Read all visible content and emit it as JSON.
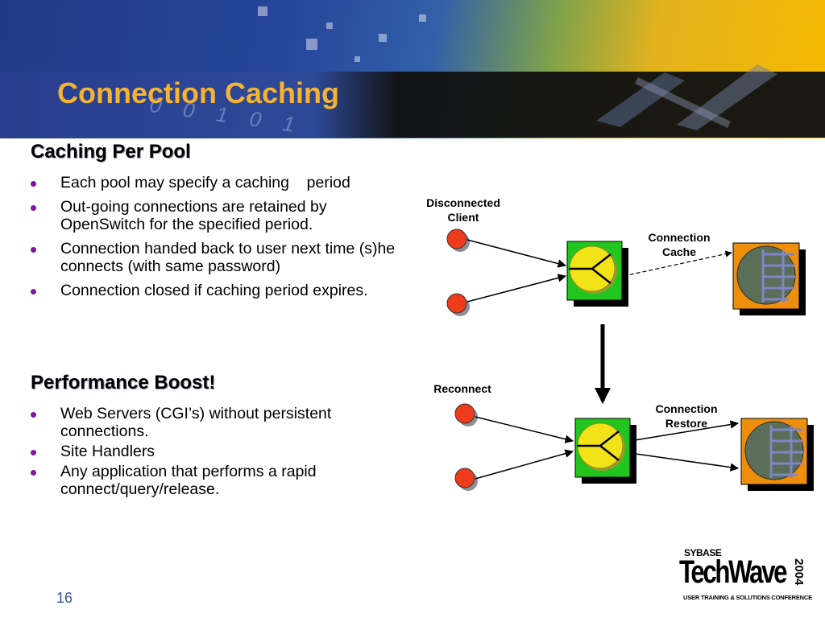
{
  "header": {
    "title": "Connection Caching",
    "background_digits": "0 0 1 0 1",
    "colors": {
      "title": "#f6b332",
      "band": "#111111",
      "blue": "#26469a",
      "gold": "#f6b900"
    }
  },
  "sections": [
    {
      "heading": "Caching Per Pool",
      "bullets": [
        "Each pool may specify a caching    period",
        "Out-going connections are retained by OpenSwitch for the specified period.",
        "Connection handed back to user next time (s)he connects (with same password)",
        "Connection closed if caching period expires."
      ]
    },
    {
      "heading": "Performance Boost!",
      "bullets": [
        "Web Servers (CGI’s) without persistent connections.",
        "Site Handlers",
        "Any application that performs a rapid connect/query/release."
      ]
    }
  ],
  "diagram": {
    "labels": {
      "disconnected_client": "Disconnected Client",
      "connection_cache": "Connection Cache",
      "reconnect": "Reconnect",
      "connection_restore": "Connection Restore"
    },
    "colors": {
      "client": "#ee3b1c",
      "switch_box": "#22c51d",
      "switch_ball": "#f2e318",
      "db_box": "#ee8f0b",
      "db_disk": "#5a6e58"
    }
  },
  "footer": {
    "page_number": "16",
    "logo": {
      "brand": "SYBASE",
      "name": "TechWave",
      "year": "2004",
      "tagline": "USER TRAINING & SOLUTIONS CONFERENCE"
    }
  }
}
